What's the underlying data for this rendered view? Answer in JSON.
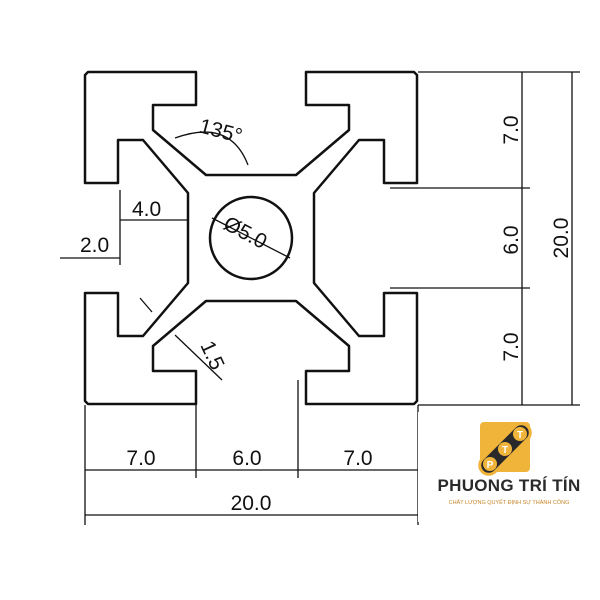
{
  "drawing": {
    "dimensions": {
      "angle": "135°",
      "diameter": "Ø5.0",
      "slot_depth": "4.0",
      "wall": "2.0",
      "fillet": "1.5",
      "right_top": "7.0",
      "right_mid": "6.0",
      "right_bottom": "7.0",
      "right_total": "20.0",
      "bottom_left": "7.0",
      "bottom_mid": "6.0",
      "bottom_right": "7.0",
      "bottom_total": "20.0"
    }
  },
  "logo": {
    "letters": [
      "P",
      "T",
      "T"
    ],
    "brand": "PHUONG TRÍ TÍN",
    "tagline": "CHẤT LƯỢNG QUYẾT ĐỊNH SỰ THÀNH CÔNG",
    "colors": {
      "gold": "#f0b43a",
      "dark": "#2a2a2a",
      "accent": "#c8862a"
    }
  }
}
